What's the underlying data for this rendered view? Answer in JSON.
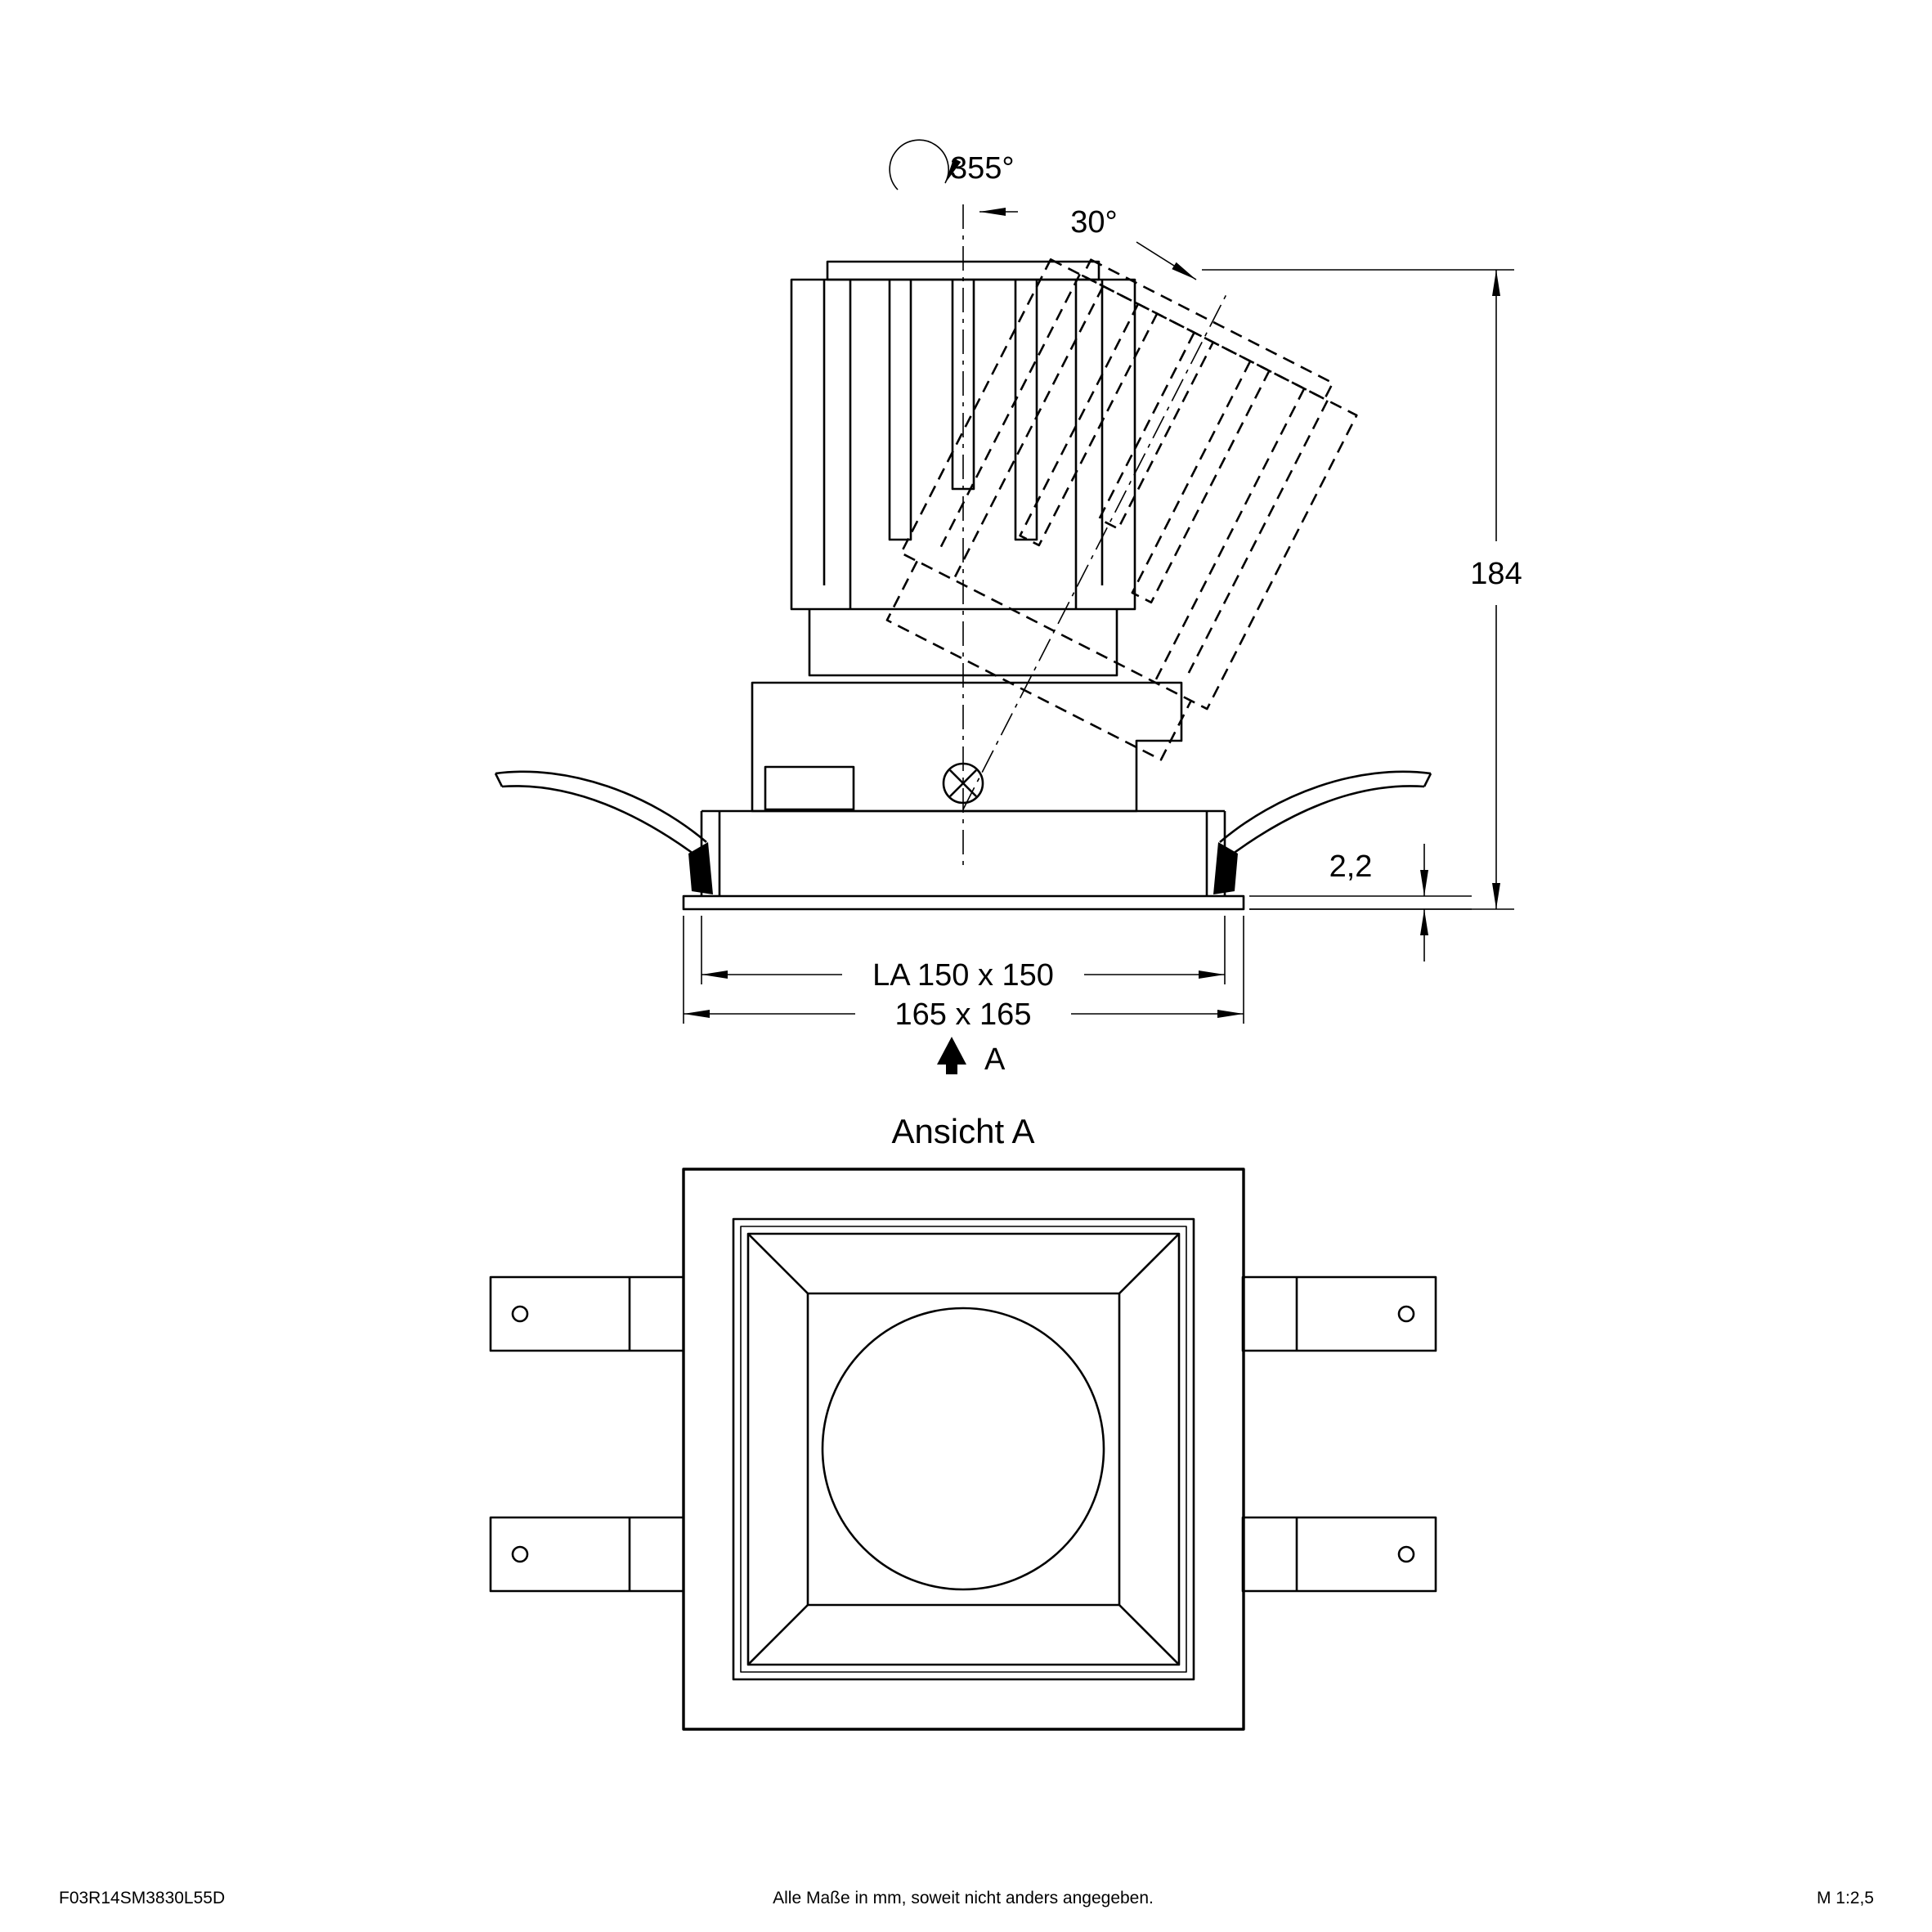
{
  "page": {
    "background": "#ffffff",
    "line_color": "#000000"
  },
  "side_view": {
    "rotation_label": "355°",
    "tilt_label": "30°",
    "height_dim": "184",
    "flange_thickness_dim": "2,2",
    "cutout_dim": "LA 150 x 150",
    "overall_dim": "165 x 165",
    "view_marker": "A"
  },
  "front_view": {
    "title": "Ansicht A"
  },
  "footer": {
    "article_code": "F03R14SM3830L55D",
    "note": "Alle Maße in mm, soweit nicht anders angegeben.",
    "scale": "M 1:2,5"
  }
}
